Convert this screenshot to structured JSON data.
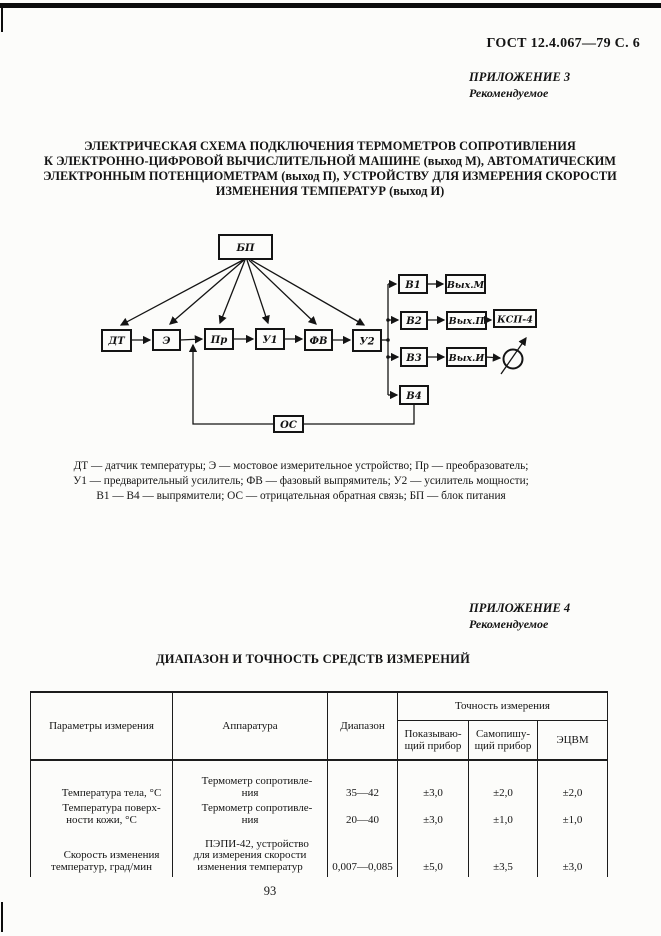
{
  "doc": {
    "header": "ГОСТ 12.4.067—79 С. 6",
    "page_number": "93"
  },
  "appendix3": {
    "label": "ПРИЛОЖЕНИЕ 3",
    "sublabel": "Рекомендуемое",
    "title_lines": [
      "ЭЛЕКТРИЧЕСКАЯ СХЕМА ПОДКЛЮЧЕНИЯ ТЕРМОМЕТРОВ СОПРОТИВЛЕНИЯ",
      "К ЭЛЕКТРОННО-ЦИФРОВОЙ ВЫЧИСЛИТЕЛЬНОЙ МАШИНЕ (выход М), АВТОМАТИЧЕСКИМ",
      "ЭЛЕКТРОННЫМ ПОТЕНЦИОМЕТРАМ (выход П), УСТРОЙСТВУ ДЛЯ ИЗМЕРЕНИЯ СКОРОСТИ",
      "ИЗМЕНЕНИЯ ТЕМПЕРАТУР (выход И)"
    ]
  },
  "diagram": {
    "blocks": {
      "bp": "БП",
      "dt": "ДТ",
      "e": "Э",
      "pr": "Пр",
      "u1": "У1",
      "fv": "ФВ",
      "u2": "У2",
      "v1": "В1",
      "v2": "В2",
      "v3": "В3",
      "v4": "В4",
      "out_m": "Вых.М",
      "out_p": "Вых.П",
      "out_i": "Вых.И",
      "ksp": "КСП-4",
      "os": "ОС"
    },
    "legend_lines": [
      "ДТ — датчик температуры; Э — мостовое измерительное устройство; Пр — преобразователь;",
      "У1 — предварительный усилитель; ФВ — фазовый выпрямитель; У2 — усилитель мощности;",
      "В1 — В4 — выпрямители; ОС — отрицательная обратная связь; БП — блок питания"
    ]
  },
  "appendix4": {
    "label": "ПРИЛОЖЕНИЕ 4",
    "sublabel": "Рекомендуемое",
    "title": "ДИАПАЗОН И ТОЧНОСТЬ СРЕДСТВ ИЗМЕРЕНИЙ"
  },
  "table": {
    "headers": {
      "col_param": "Параметры измерения",
      "col_apparatus": "Аппаратура",
      "col_range": "Диапазон",
      "accuracy_group": "Точность измерения",
      "col_indicating": "Показываю-\nщий прибор",
      "col_recording": "Самопишу-\nщий прибор",
      "col_computer": "ЭЦВМ"
    },
    "rows": [
      {
        "param": "Температура тела, °С",
        "apparatus": "Термометр сопротивле-\nния",
        "range": "35—42",
        "indicating": "±3,0",
        "recording": "±2,0",
        "computer": "±2,0"
      },
      {
        "param": "Температура поверх-\nности кожи, °С",
        "apparatus": "Термометр сопротивле-\nния",
        "range": "20—40",
        "indicating": "±3,0",
        "recording": "±1,0",
        "computer": "±1,0"
      },
      {
        "param": "Скорость изменения\nтемператур, град/мин",
        "apparatus": "ПЭПИ-42, устройство\nдля измерения скорости\nизменения температур",
        "range": "0,007—0,085",
        "indicating": "±5,0",
        "recording": "±3,5",
        "computer": "±3,0"
      }
    ]
  }
}
